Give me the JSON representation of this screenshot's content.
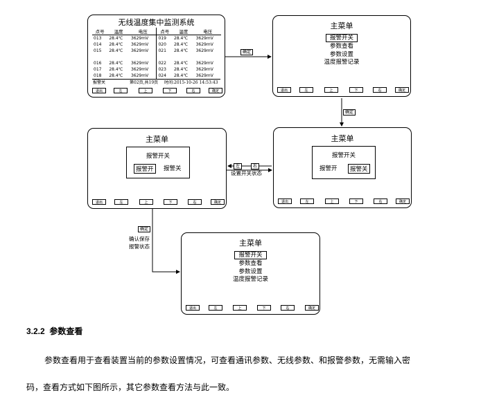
{
  "monitor": {
    "title": "无线温度集中监测系统",
    "headers": [
      "点号",
      "温度",
      "电压",
      "点号",
      "温度",
      "电压"
    ],
    "rows": [
      [
        "013",
        "28.4℃",
        "3629mV",
        "019",
        "28.4℃",
        "3629mV"
      ],
      [
        "014",
        "28.4℃",
        "3629mV",
        "020",
        "28.4℃",
        "3629mV"
      ],
      [
        "015",
        "28.4℃",
        "3629mV",
        "021",
        "28.4℃",
        "3629mV"
      ],
      [
        "016",
        "28.4℃",
        "3629mV",
        "022",
        "28.4℃",
        "3629mV"
      ],
      [
        "017",
        "28.4℃",
        "3629mV",
        "023",
        "28.4℃",
        "3629mV"
      ],
      [
        "018",
        "28.4℃",
        "3629mV",
        "024",
        "28.4℃",
        "3629mV"
      ]
    ],
    "status_left": "报警关",
    "status_page": "第02页,共19页",
    "status_time": "时间:2015-10-26 14:53:43"
  },
  "buttons": [
    "退出",
    "左",
    "上",
    "下",
    "右",
    "确定"
  ],
  "main_menu": {
    "title": "主菜单",
    "items": [
      "报警开关",
      "参数查看",
      "参数设置",
      "温度报警记录"
    ]
  },
  "alarm_dialog": {
    "title": "报警开关",
    "on": "报警开",
    "off": "报警关"
  },
  "labels": {
    "confirm": "确定",
    "left": "左",
    "right": "右",
    "set_switch": "设置开关状态",
    "confirm_save_1": "确认保存",
    "confirm_save_2": "报警状态"
  },
  "section": {
    "number": "3.2.2",
    "title": "参数查看",
    "para_line1": "参数查看用于查看装置当前的参数设置情况，可查看通讯参数、无线参数、和报警参数，无需输入密",
    "para_line2": "码，查看方式如下图所示，其它参数查看方法与此一致。"
  }
}
